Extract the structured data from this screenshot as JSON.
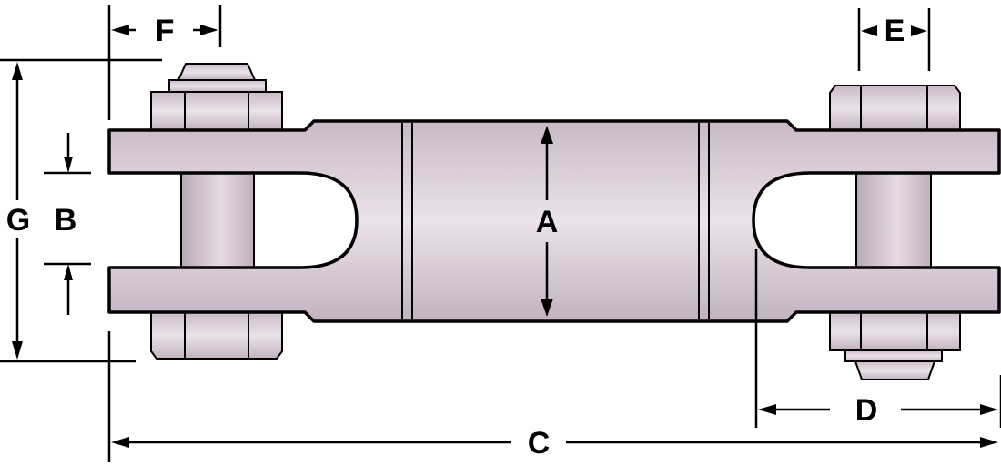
{
  "labels": {
    "A": "A",
    "B": "B",
    "C": "C",
    "D": "D",
    "E": "E",
    "F": "F",
    "G": "G"
  },
  "colors": {
    "metal_light": "#ebe0e9",
    "metal_mid": "#d7c9d6",
    "metal_dark": "#b9a9b8",
    "line": "#000000",
    "background": "#ffffff"
  }
}
